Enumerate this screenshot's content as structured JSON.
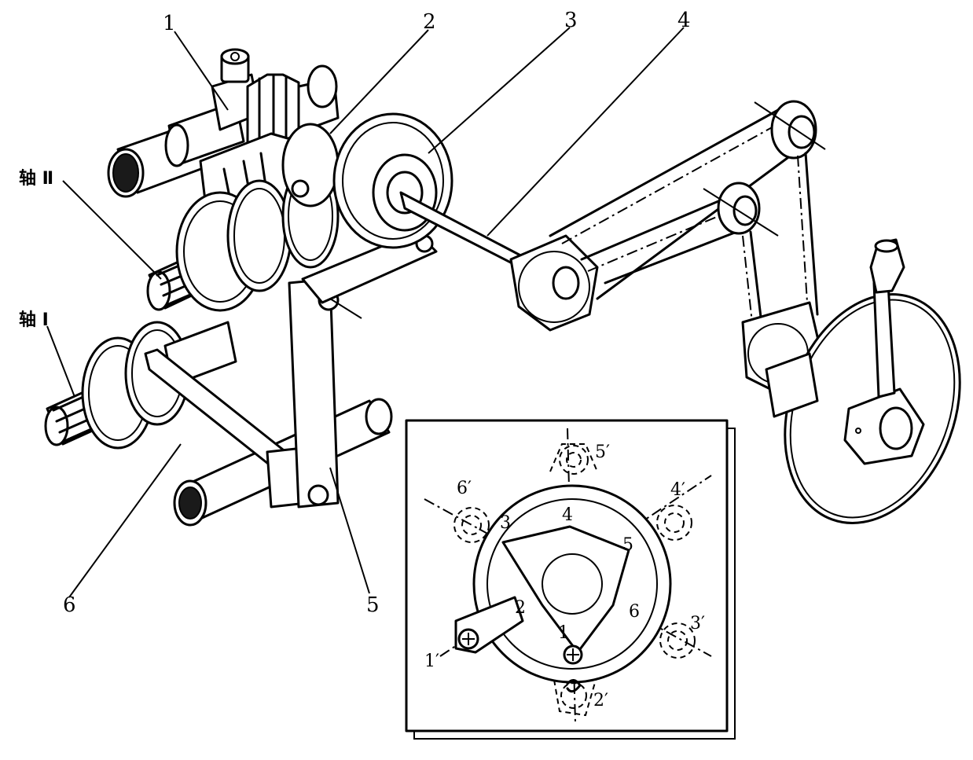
{
  "callouts": {
    "c1": "1",
    "c2": "2",
    "c3": "3",
    "c4": "4",
    "c5": "5",
    "c6": "6"
  },
  "shafts": {
    "shaft_II": "轴 Ⅱ",
    "shaft_I": "轴 Ⅰ"
  },
  "inset": {
    "p1": "1",
    "p2": "2",
    "p3": "3",
    "p4": "4",
    "p5": "5",
    "p6": "6",
    "q1": "1′",
    "q2": "2′",
    "q3": "3′",
    "q4": "4′",
    "q5": "5′",
    "q6": "6′"
  }
}
